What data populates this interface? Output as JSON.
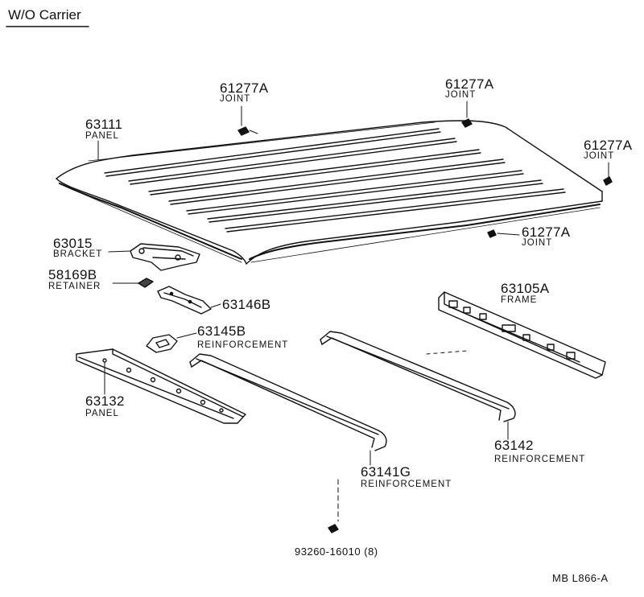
{
  "title": "W/O Carrier",
  "code": "MB  L866-A",
  "parts": [
    {
      "id": "roof-panel",
      "number": "63111",
      "name": "PANEL"
    },
    {
      "id": "joint-top-left",
      "number": "61277A",
      "name": "JOINT"
    },
    {
      "id": "joint-top-center",
      "number": "61277A",
      "name": "JOINT"
    },
    {
      "id": "joint-right",
      "number": "61277A",
      "name": "JOINT"
    },
    {
      "id": "joint-lower-right",
      "number": "61277A",
      "name": "JOINT"
    },
    {
      "id": "bracket",
      "number": "63015",
      "name": "BRACKET"
    },
    {
      "id": "retainer",
      "number": "58169B",
      "name": "RETAINER"
    },
    {
      "id": "part-63146b",
      "number": "63146B",
      "name": ""
    },
    {
      "id": "reinforcement-63145b",
      "number": "63145B",
      "name": "REINFORCEMENT"
    },
    {
      "id": "frame",
      "number": "63105A",
      "name": "FRAME"
    },
    {
      "id": "front-panel",
      "number": "63132",
      "name": "PANEL"
    },
    {
      "id": "reinforcement-63142",
      "number": "63142",
      "name": "REINFORCEMENT"
    },
    {
      "id": "reinforcement-63141g",
      "number": "63141G",
      "name": "REINFORCEMENT"
    },
    {
      "id": "screw",
      "number": "93260-16010 (8)",
      "name": ""
    }
  ]
}
